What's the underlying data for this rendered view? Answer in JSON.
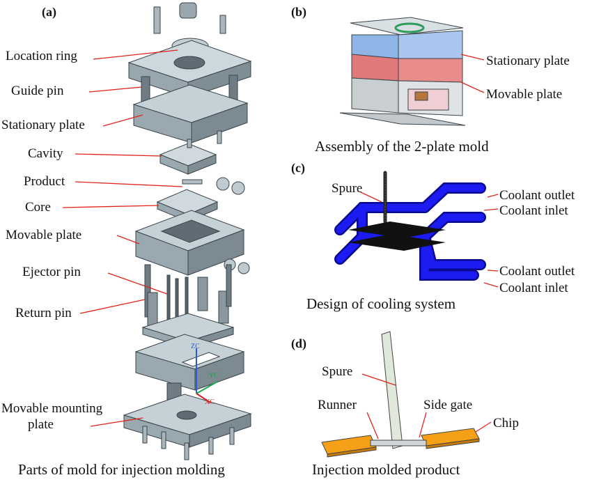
{
  "panels": {
    "a": {
      "label": "(a)",
      "caption": "Parts of mold for injection molding",
      "callouts": {
        "location_ring": "Location ring",
        "guide_pin": "Guide pin",
        "stationary_plate": "Stationary plate",
        "cavity": "Cavity",
        "product": "Product",
        "core": "Core",
        "movable_plate": "Movable plate",
        "ejector_pin": "Ejector pin",
        "return_pin": "Return pin",
        "movable_mounting_line1": "Movable mounting",
        "movable_mounting_line2": "plate"
      },
      "axis_labels": {
        "z": "ZC",
        "y": "YC",
        "x": "XC"
      }
    },
    "b": {
      "label": "(b)",
      "caption": "Assembly of the 2-plate mold",
      "callouts": {
        "stationary_plate": "Stationary plate",
        "movable_plate": "Movable plate"
      }
    },
    "c": {
      "label": "(c)",
      "caption": "Design of cooling system",
      "callouts": {
        "spure": "Spure",
        "coolant_outlet_top": "Coolant outlet",
        "coolant_inlet_top": "Coolant inlet",
        "coolant_outlet_bottom": "Coolant outlet",
        "coolant_inlet_bottom": "Coolant inlet"
      }
    },
    "d": {
      "label": "(d)",
      "caption": "Injection molded product",
      "callouts": {
        "spure": "Spure",
        "runner": "Runner",
        "side_gate": "Side gate",
        "chip": "Chip"
      }
    }
  },
  "colors": {
    "leader": "#e2231a",
    "steel_top": "#c9d5db",
    "steel_side": "#97a5ad",
    "steel_dark": "#5f6c73",
    "stationary_blue": "#8fb4e6",
    "movable_red": "#e0797a",
    "cooling_blue": "#0d0de0",
    "chip_orange": "#f5a016",
    "spure_green": "#dfe8da"
  }
}
